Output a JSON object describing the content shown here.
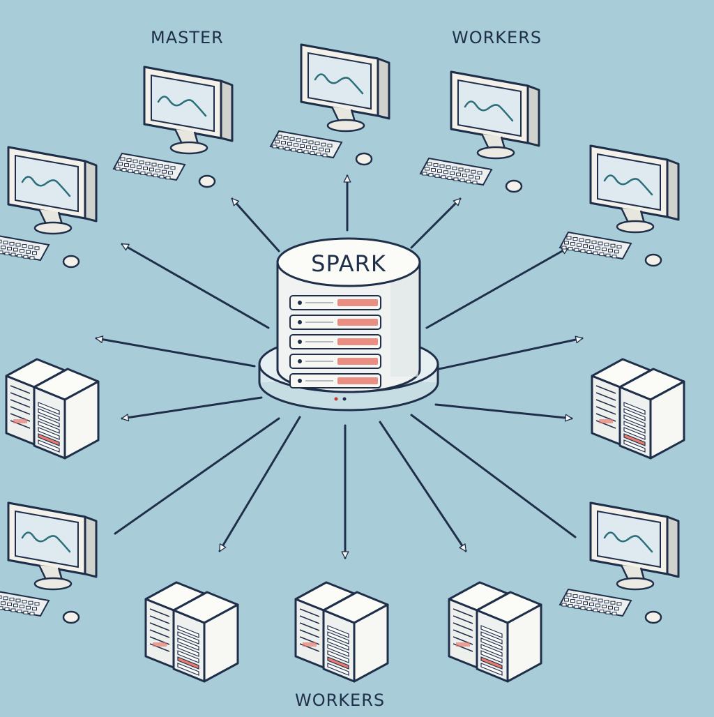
{
  "labels": {
    "master": "MASTER",
    "workers_top": "WORKERS",
    "workers_bottom": "WORKERS",
    "hub": "SPARK"
  },
  "colors": {
    "background": "#a8cdd9",
    "stroke": "#1f2f4a",
    "device_face": "#f3f1ea",
    "screen": "#dfeaf0",
    "waveform": "#2a6f7a",
    "accent_bar": "#e87a6e"
  },
  "nodes": [
    {
      "kind": "workstation",
      "icon": "monitor-icon",
      "role": "master"
    },
    {
      "kind": "workstation",
      "icon": "monitor-icon",
      "role": "worker"
    },
    {
      "kind": "workstation",
      "icon": "monitor-icon",
      "role": "worker"
    },
    {
      "kind": "workstation",
      "icon": "monitor-icon",
      "role": "worker"
    },
    {
      "kind": "workstation",
      "icon": "monitor-icon",
      "role": "worker"
    },
    {
      "kind": "server",
      "icon": "server-tower-icon",
      "role": "worker"
    },
    {
      "kind": "server",
      "icon": "server-tower-icon",
      "role": "worker"
    },
    {
      "kind": "workstation",
      "icon": "monitor-icon",
      "role": "worker"
    },
    {
      "kind": "workstation",
      "icon": "monitor-icon",
      "role": "worker"
    },
    {
      "kind": "server",
      "icon": "server-tower-icon",
      "role": "worker"
    },
    {
      "kind": "server",
      "icon": "server-tower-icon",
      "role": "worker"
    },
    {
      "kind": "server",
      "icon": "server-tower-icon",
      "role": "worker"
    }
  ],
  "hub": {
    "icon": "database-cylinder-icon"
  }
}
